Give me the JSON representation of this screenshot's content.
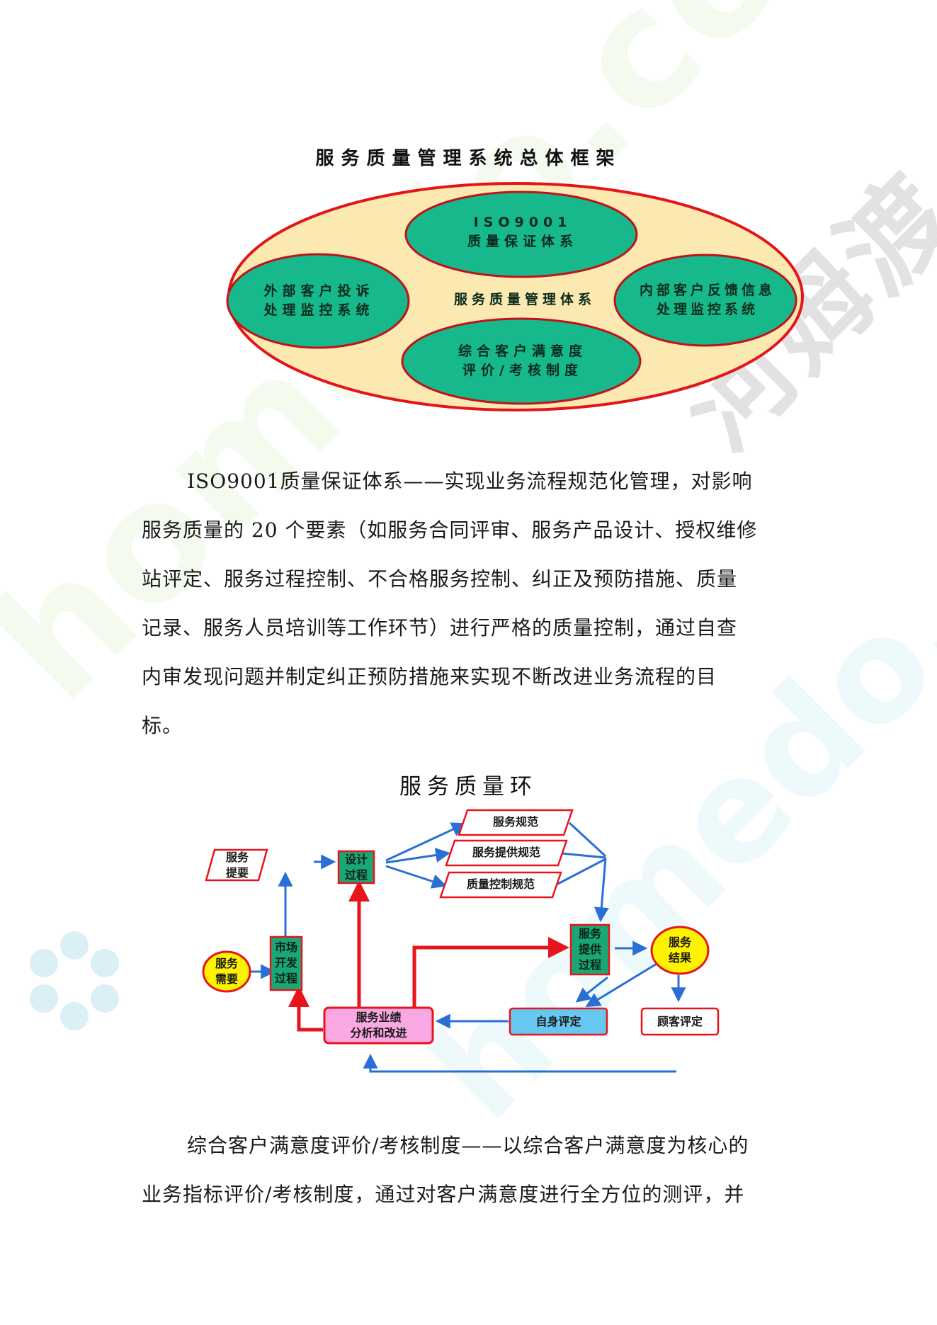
{
  "watermark": {
    "text_latin_1": "homedo.com",
    "text_latin_2": "homedo.com",
    "text_cn": "河姆渡"
  },
  "figure1": {
    "title": "服务质量管理系统总体框架",
    "center_label": "服务质量管理体系",
    "top": [
      "ISO9001",
      "质量保证体系"
    ],
    "left": [
      "外部客户投诉",
      "处理监控系统"
    ],
    "right": [
      "内部客户反馈信息",
      "处理监控系统"
    ],
    "bottom": [
      "综合客户满意度",
      "评价/考核制度"
    ],
    "colors": {
      "outer_fill": "#fbe9b1",
      "outer_stroke": "#e3151b",
      "inner_fill": "#17b98c",
      "inner_stroke": "#c0121a"
    }
  },
  "paragraph1": {
    "lead": "ISO9001质量保证体系",
    "lines": [
      "——实现业务流程规范化管理，对影响",
      "服务质量的 20 个要素（如服务合同评审、服务产品设计、授权维修",
      "站评定、服务过程控制、不合格服务控制、纠正及预防措施、质量",
      "记录、服务人员培训等工作环节）进行严格的质量控制，通过自查",
      "内审发现问题并制定纠正预防措施来实现不断改进业务流程的目",
      "标。"
    ]
  },
  "figure2": {
    "title": "服务质量环",
    "nodes": {
      "service_need": [
        "服务",
        "需要"
      ],
      "service_brief": [
        "服务",
        "提要"
      ],
      "design_process": [
        "设计",
        "过程"
      ],
      "market_process": [
        "市场",
        "开发",
        "过程"
      ],
      "spec_service": "服务规范",
      "spec_delivery": "服务提供规范",
      "spec_quality": "质量控制规范",
      "delivery_process": [
        "服务",
        "提供",
        "过程"
      ],
      "service_result": [
        "服务",
        "结果"
      ],
      "self_eval": "自身评定",
      "customer_eval": "顾客评定",
      "analysis": [
        "服务业绩",
        "分析和改进"
      ]
    },
    "colors": {
      "yellow": "#fff200",
      "green": "#1aa776",
      "pink": "#f9a8e4",
      "lightblue": "#66c8f0",
      "blue_arrow": "#2a6fd6",
      "red_arrow": "#e8141c"
    }
  },
  "paragraph2": {
    "lines": [
      "综合客户满意度评价/考核制度——以综合客户满意度为核心的",
      "业务指标评价/考核制度，通过对客户满意度进行全方位的测评，并"
    ]
  }
}
